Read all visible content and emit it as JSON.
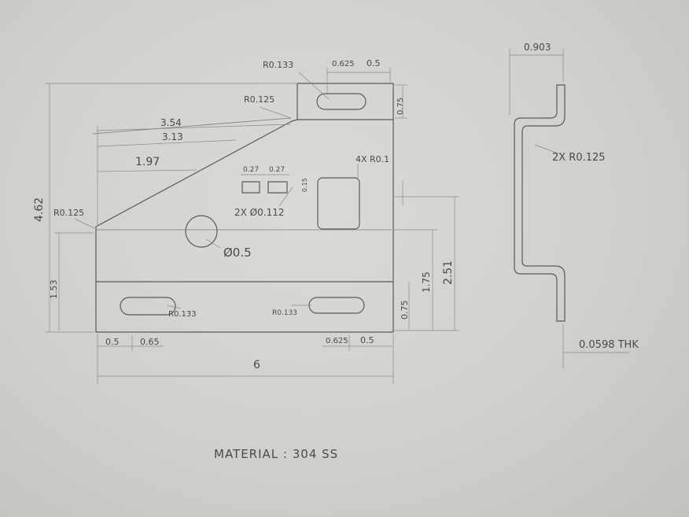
{
  "front_view": {
    "width": "6",
    "height": "4.62",
    "top_slot_radius": "R0.133",
    "top_slot_dim_a": "0.625",
    "top_slot_dim_b": "0.5",
    "top_tab_height": "0.75",
    "corner_radius_top": "R0.125",
    "corner_radius_left": "R0.125",
    "dim_354": "3.54",
    "dim_313": "3.13",
    "dim_197": "1.97",
    "small_hole_dim_1": "0.27",
    "small_hole_dim_2": "0.27",
    "small_hole_dim_3": "0.15",
    "small_holes_note": "2X Ø0.112",
    "rect_cutout_note": "4X R0.1",
    "center_hole": "Ø0.5",
    "left_height": "1.53",
    "slot_left_radius": "R0.133",
    "slot_right_radius": "R0.133",
    "bottom_left_a": "0.5",
    "bottom_left_b": "0.65",
    "bottom_right_a": "0.625",
    "bottom_right_b": "0.5",
    "right_dim_075": "0.75",
    "right_dim_175": "1.75",
    "right_dim_251": "2.51"
  },
  "side_view": {
    "top_width": "0.903",
    "bend_radius": "2X R0.125",
    "thickness": "0.0598 THK"
  },
  "material_note": "MATERIAL : 304 SS",
  "colors": {
    "paper": "#d4d2cd",
    "pencil": "#5a5a5a"
  }
}
